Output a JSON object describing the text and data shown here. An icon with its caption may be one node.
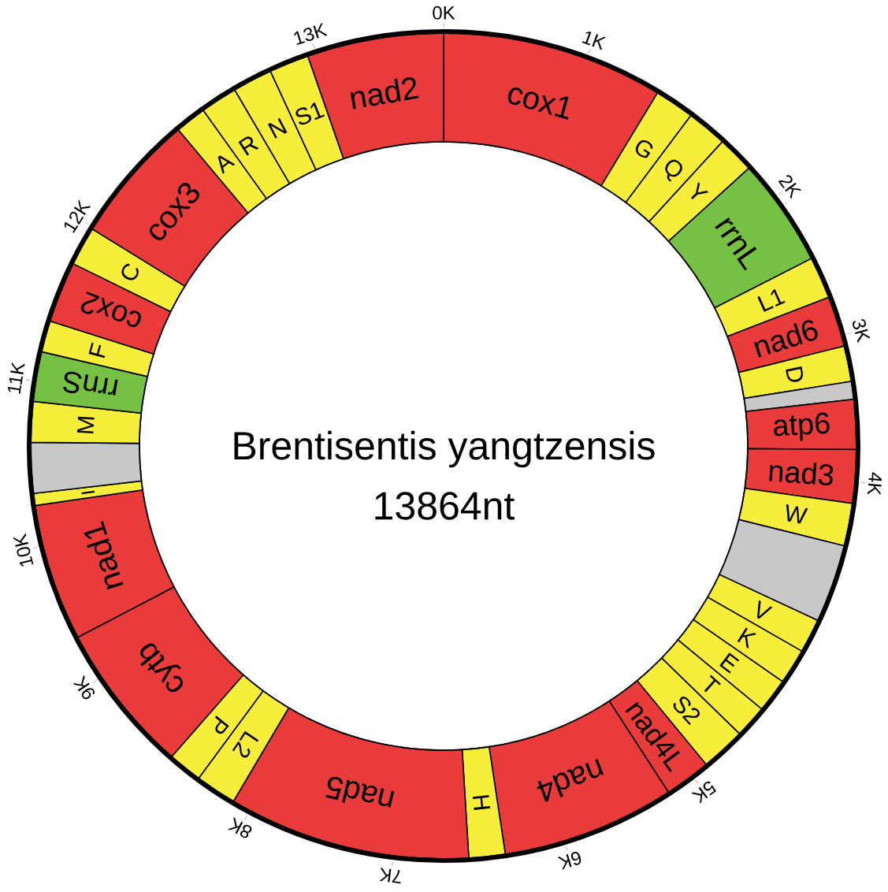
{
  "diagram": {
    "nodes": [
      {
        "text": [
          "cox1"
        ]
      },
      {
        "text": [
          "G"
        ]
      },
      {
        "text": [
          "Q"
        ]
      },
      {
        "text": [
          "Y"
        ]
      },
      {
        "text": [
          "rrnL"
        ]
      },
      {
        "text": [
          "L1"
        ]
      },
      {
        "text": [
          "nad6"
        ]
      },
      {
        "text": [
          "D"
        ]
      },
      {
        "text": [],
        "shape": "box"
      },
      {
        "text": [
          "atp6"
        ]
      },
      {
        "text": [
          "nad3"
        ]
      },
      {
        "text": [
          "W"
        ]
      },
      {
        "text": [],
        "shape": "box"
      },
      {
        "text": [
          "V"
        ]
      },
      {
        "text": [
          "K"
        ]
      },
      {
        "text": [
          "E"
        ]
      },
      {
        "text": [
          "T"
        ]
      },
      {
        "text": [
          "S2"
        ]
      },
      {
        "text": [
          "nad4L"
        ]
      },
      {
        "text": [
          "nad4"
        ]
      },
      {
        "text": [
          "H"
        ]
      },
      {
        "text": [
          "nad5"
        ]
      },
      {
        "text": [
          "L2"
        ]
      },
      {
        "text": [
          "P"
        ]
      },
      {
        "text": [
          "cytb"
        ]
      },
      {
        "text": [
          "nad1"
        ]
      },
      {
        "text": [
          "I"
        ]
      },
      {
        "text": [],
        "shape": "box"
      },
      {
        "text": [
          "M"
        ]
      },
      {
        "text": [
          "rrnS"
        ]
      },
      {
        "text": [
          "F"
        ]
      },
      {
        "text": [
          "cox2"
        ]
      },
      {
        "text": [
          "C"
        ]
      },
      {
        "text": [
          "cox3"
        ]
      },
      {
        "text": [
          "A"
        ]
      },
      {
        "text": [
          "R"
        ]
      },
      {
        "text": [
          "N"
        ]
      },
      {
        "text": [
          "S1"
        ]
      },
      {
        "text": [
          "nad2"
        ]
      }
    ],
    "labels": [
      "0K",
      "1K",
      "2K",
      "3K",
      "4K",
      "5K",
      "6K",
      "7K",
      "8K",
      "9K",
      "10K",
      "11K",
      "12K",
      "13K",
      "Brentisentis yangtzensis",
      "13864nt"
    ]
  }
}
